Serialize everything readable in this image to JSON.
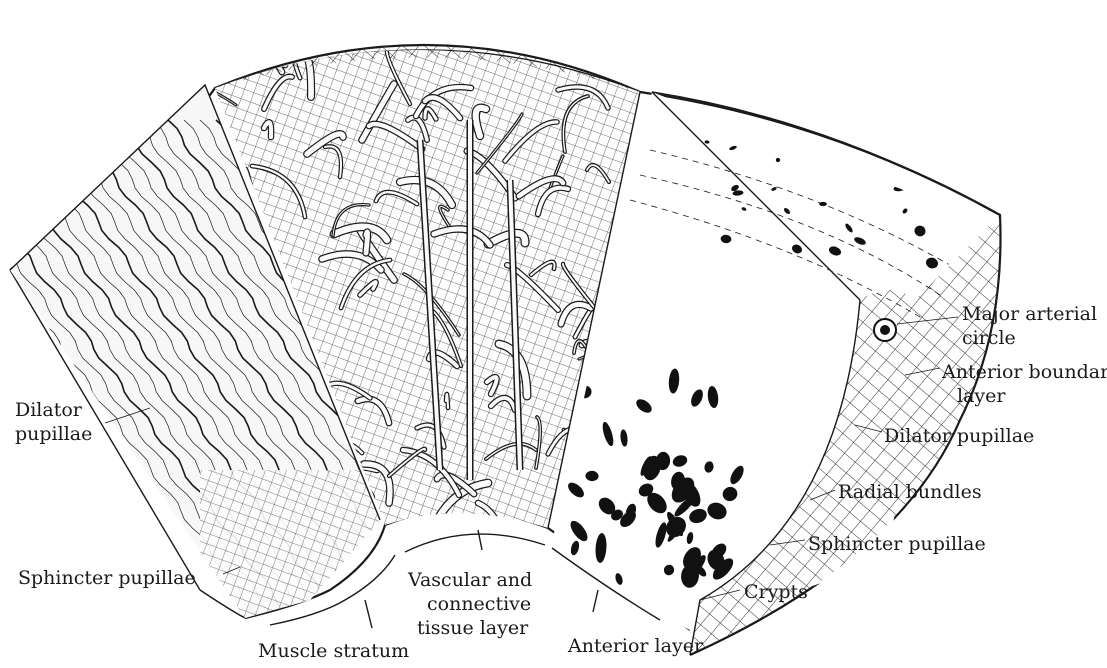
{
  "labels": {
    "dilator_left": [
      "Dilator",
      "pupillae"
    ],
    "sphincter_left": "Sphincter pupillae",
    "muscle_stratum": "Muscle stratum",
    "vascular_layer": [
      "Vascular and",
      "connective",
      "tissue layer"
    ],
    "anterior_layer": "Anterior layer",
    "crypts": "Crypts",
    "major_arterial_circle": [
      "Major arterial",
      "circle"
    ],
    "anterior_boundary_layer": [
      "Anterior boundary",
      "layer"
    ],
    "dilator_right": "Dilator pupillae",
    "radial_bundles": "Radial bundles",
    "sphincter_right": "Sphincter pupillae"
  }
}
